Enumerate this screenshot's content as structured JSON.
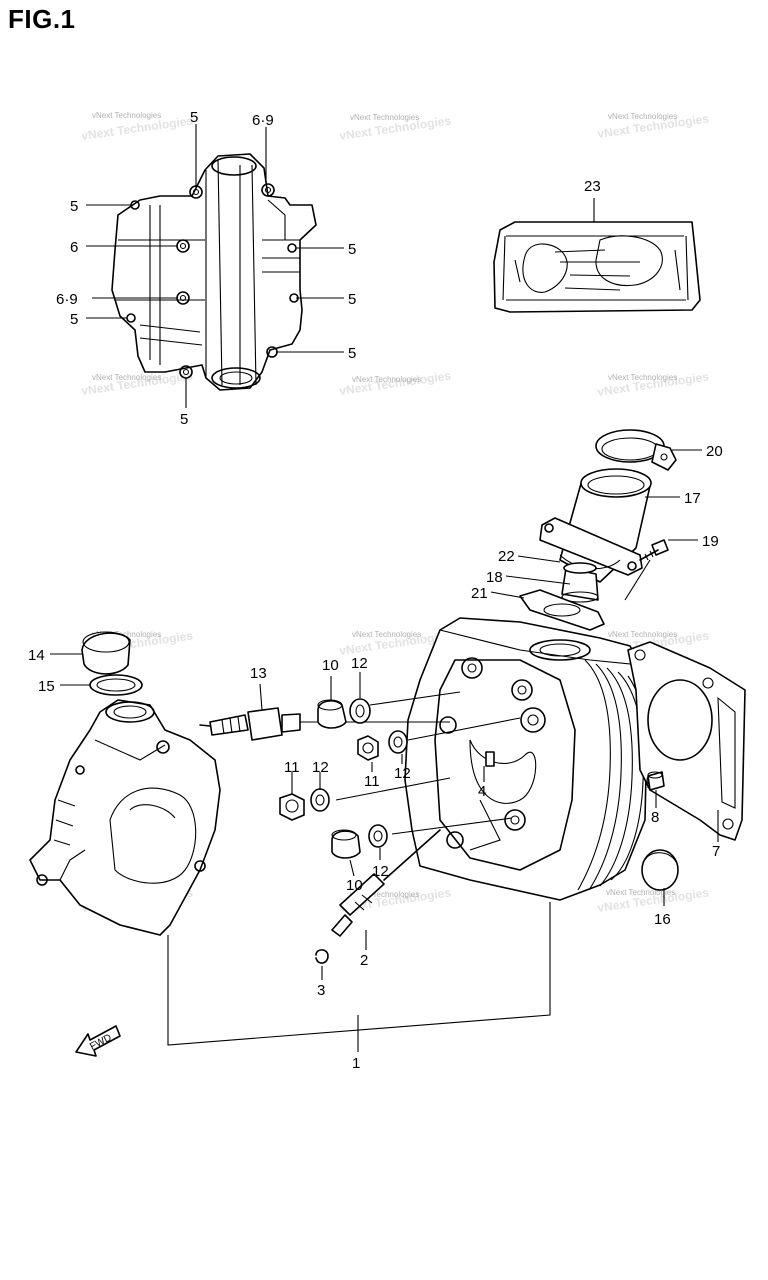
{
  "figure": {
    "title": "FIG.1"
  },
  "watermark": {
    "text": "vNext Technologies"
  },
  "fwd_label": "FWD",
  "callouts": [
    {
      "id": "c5a",
      "label": "5"
    },
    {
      "id": "c69a",
      "label": "6·9"
    },
    {
      "id": "c5b",
      "label": "5"
    },
    {
      "id": "c6",
      "label": "6"
    },
    {
      "id": "c5c",
      "label": "5"
    },
    {
      "id": "c69b",
      "label": "6·9"
    },
    {
      "id": "c5d",
      "label": "5"
    },
    {
      "id": "c5e",
      "label": "5"
    },
    {
      "id": "c5f",
      "label": "5"
    },
    {
      "id": "c5g",
      "label": "5"
    },
    {
      "id": "c5h",
      "label": "5"
    },
    {
      "id": "c23",
      "label": "23"
    },
    {
      "id": "c20",
      "label": "20"
    },
    {
      "id": "c17",
      "label": "17"
    },
    {
      "id": "c19",
      "label": "19"
    },
    {
      "id": "c22",
      "label": "22"
    },
    {
      "id": "c18",
      "label": "18"
    },
    {
      "id": "c21",
      "label": "21"
    },
    {
      "id": "c14",
      "label": "14"
    },
    {
      "id": "c15",
      "label": "15"
    },
    {
      "id": "c13",
      "label": "13"
    },
    {
      "id": "c10a",
      "label": "10"
    },
    {
      "id": "c12a",
      "label": "12"
    },
    {
      "id": "c11a",
      "label": "11"
    },
    {
      "id": "c12b",
      "label": "12"
    },
    {
      "id": "c4",
      "label": "4"
    },
    {
      "id": "c11b",
      "label": "11"
    },
    {
      "id": "c12c",
      "label": "12"
    },
    {
      "id": "c8",
      "label": "8"
    },
    {
      "id": "c7",
      "label": "7"
    },
    {
      "id": "c10b",
      "label": "10"
    },
    {
      "id": "c12d",
      "label": "12"
    },
    {
      "id": "c16",
      "label": "16"
    },
    {
      "id": "c2",
      "label": "2"
    },
    {
      "id": "c3",
      "label": "3"
    },
    {
      "id": "c1",
      "label": "1"
    }
  ]
}
